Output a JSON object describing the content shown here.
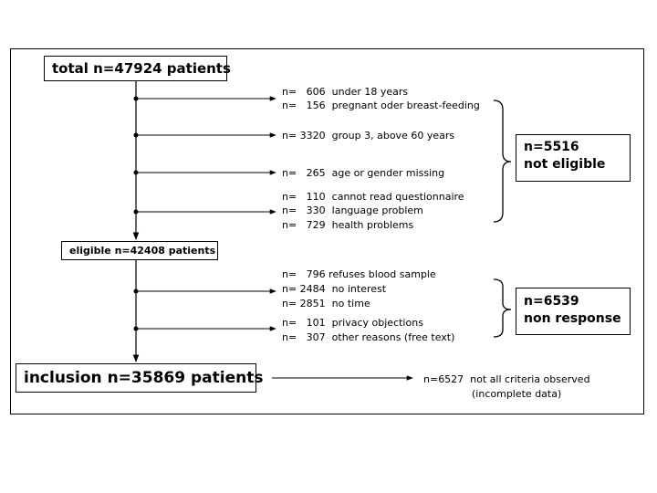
{
  "flow": {
    "total": "total n=47924 patients",
    "eligible": "eligible n=42408 patients",
    "inclusion": "inclusion n=35869 patients"
  },
  "exclusions": {
    "not_eligible": {
      "line1": "n=5516",
      "line2": "not eligible",
      "items": [
        "n=   606  under 18 years",
        "n=   156  pregnant oder breast-feeding",
        "n= 3320  group 3, above 60 years",
        "n=   265  age or gender missing",
        "n=   110  cannot read questionnaire",
        "n=   330  language problem",
        "n=   729  health problems"
      ]
    },
    "non_response": {
      "line1": "n=6539",
      "line2": "non response",
      "items": [
        "n=   796 refuses blood sample",
        "n= 2484  no interest",
        "n= 2851  no time",
        "n=   101  privacy objections",
        "n=   307  other reasons (free text)"
      ]
    },
    "incomplete": {
      "line1": "n=6527  not all criteria observed",
      "line2": "(incomplete data)"
    }
  }
}
